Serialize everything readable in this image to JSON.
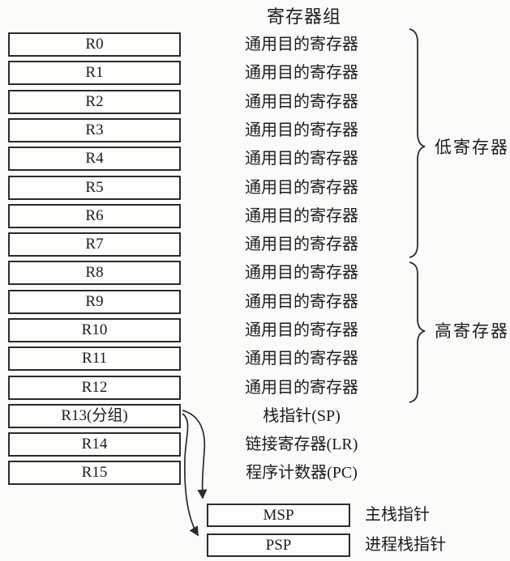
{
  "title": "寄存器组",
  "registers": [
    {
      "name": "R0",
      "desc": "通用目的寄存器"
    },
    {
      "name": "R1",
      "desc": "通用目的寄存器"
    },
    {
      "name": "R2",
      "desc": "通用目的寄存器"
    },
    {
      "name": "R3",
      "desc": "通用目的寄存器"
    },
    {
      "name": "R4",
      "desc": "通用目的寄存器"
    },
    {
      "name": "R5",
      "desc": "通用目的寄存器"
    },
    {
      "name": "R6",
      "desc": "通用目的寄存器"
    },
    {
      "name": "R7",
      "desc": "通用目的寄存器"
    },
    {
      "name": "R8",
      "desc": "通用目的寄存器"
    },
    {
      "name": "R9",
      "desc": "通用目的寄存器"
    },
    {
      "name": "R10",
      "desc": "通用目的寄存器"
    },
    {
      "name": "R11",
      "desc": "通用目的寄存器"
    },
    {
      "name": "R12",
      "desc": "通用目的寄存器"
    },
    {
      "name": "R13(分组)",
      "desc": "栈指针(SP)"
    },
    {
      "name": "R14",
      "desc": "链接寄存器(LR)"
    },
    {
      "name": "R15",
      "desc": "程序计数器(PC)"
    }
  ],
  "groups": [
    {
      "label": "低寄存器",
      "covers": "R0-R7"
    },
    {
      "label": "高寄存器",
      "covers": "R8-R12"
    }
  ],
  "stack_pointers": [
    {
      "name": "MSP",
      "desc": "主栈指针"
    },
    {
      "name": "PSP",
      "desc": "进程栈指针"
    }
  ],
  "colors": {
    "line": "#2b2b2b",
    "text": "#1c1c1c",
    "background": "#fbfbf9"
  }
}
